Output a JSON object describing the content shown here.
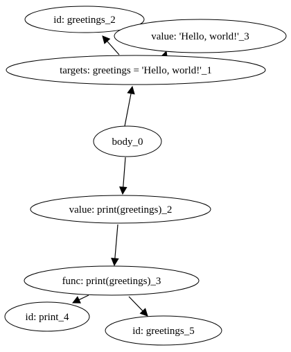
{
  "nodes": {
    "id_greetings_2": "id: greetings_2",
    "value_hello_3": "value: 'Hello, world!'_3",
    "targets_1": "targets: greetings = 'Hello, world!'_1",
    "body_0": "body_0",
    "value_print_2": "value: print(greetings)_2",
    "func_print_3": "func: print(greetings)_3",
    "id_print_4": "id: print_4",
    "id_greetings_5": "id: greetings_5"
  },
  "edges": [
    {
      "from": "body_0",
      "to": "targets_1"
    },
    {
      "from": "body_0",
      "to": "value_print_2"
    },
    {
      "from": "targets_1",
      "to": "id_greetings_2"
    },
    {
      "from": "targets_1",
      "to": "value_hello_3"
    },
    {
      "from": "value_print_2",
      "to": "func_print_3"
    },
    {
      "from": "func_print_3",
      "to": "id_print_4"
    },
    {
      "from": "func_print_3",
      "to": "id_greetings_5"
    }
  ]
}
